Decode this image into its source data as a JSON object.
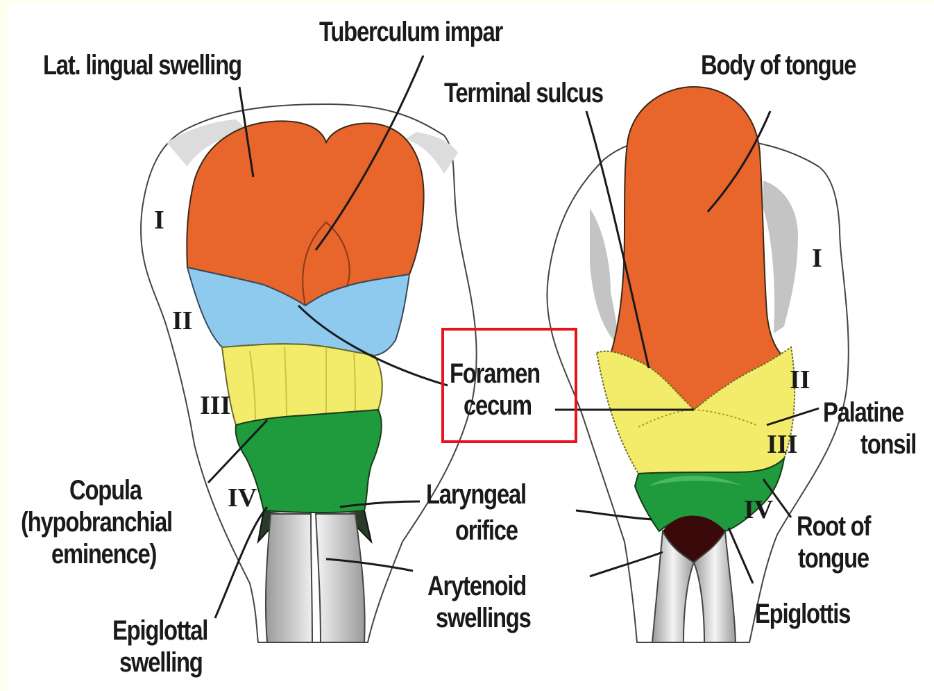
{
  "labels": {
    "lat_lingual_swelling": "Lat. lingual swelling",
    "tuberculum_impar": "Tuberculum impar",
    "terminal_sulcus": "Terminal sulcus",
    "body_of_tongue": "Body of tongue",
    "foramen_cecum_1": "Foramen",
    "foramen_cecum_2": "cecum",
    "palatine_tonsil_1": "Palatine",
    "palatine_tonsil_2": "tonsil",
    "copula_1": "Copula",
    "copula_2": "(hypobranchial",
    "copula_3": "eminence)",
    "laryngeal_1": "Laryngeal",
    "laryngeal_2": "orifice",
    "root_1": "Root of",
    "root_2": "tongue",
    "arytenoid_1": "Arytenoid",
    "arytenoid_2": "swellings",
    "epiglottis": "Epiglottis",
    "epiglottal_1": "Epiglottal",
    "epiglottal_2": "swelling"
  },
  "arches_left": [
    "I",
    "II",
    "III",
    "IV"
  ],
  "arches_right": [
    "I",
    "II",
    "III",
    "IV"
  ],
  "colors": {
    "orange": "#e8652c",
    "blue": "#8ec9ee",
    "yellow": "#f3ec6a",
    "green": "#1f9a3c",
    "highlight": "#e8141c"
  }
}
